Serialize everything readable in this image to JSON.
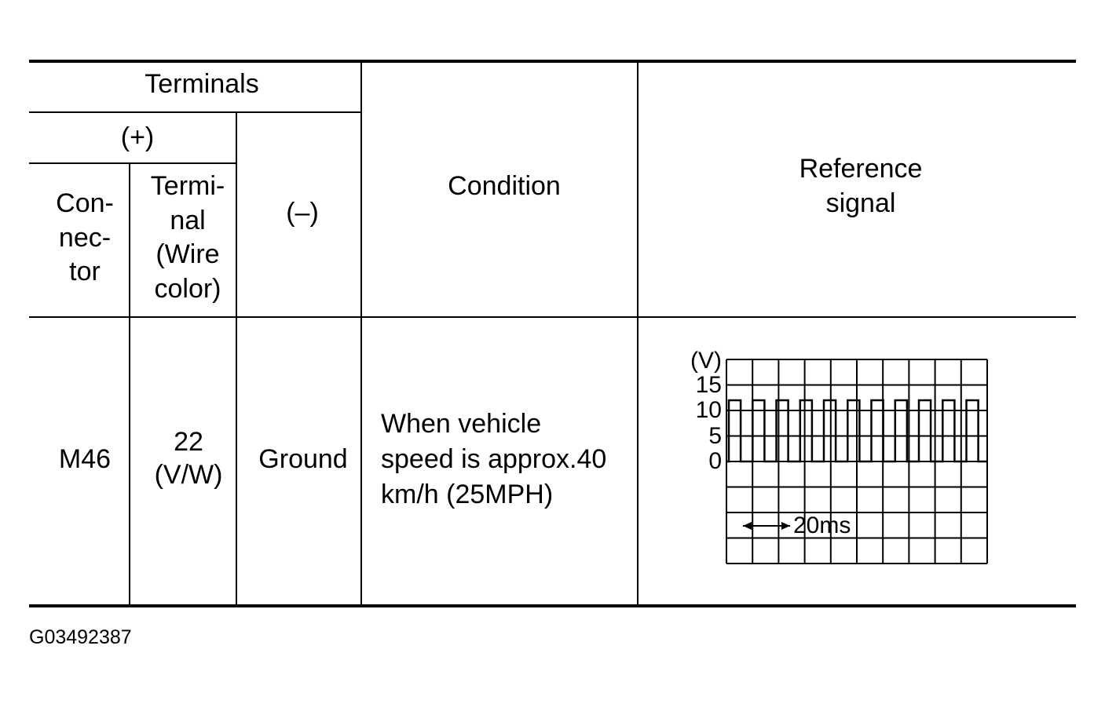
{
  "table": {
    "header": {
      "terminals": "Terminals",
      "plus": "(+)",
      "minus": "(–)",
      "connector": [
        "Con-",
        "nec-",
        "tor"
      ],
      "terminal": [
        "Termi-",
        "nal",
        "(Wire",
        "color)"
      ],
      "condition": "Condition",
      "reference_signal": [
        "Reference",
        "signal"
      ]
    },
    "row": {
      "connector": "M46",
      "terminal": [
        "22",
        "(V/W)"
      ],
      "minus": "Ground",
      "condition": [
        "When vehicle",
        "speed is approx.40",
        "km/h (25MPH)"
      ]
    }
  },
  "signal": {
    "y_unit": "(V)",
    "y_ticks": [
      "15",
      "10",
      "5",
      "0"
    ],
    "time_scale_label": "20ms",
    "high_volts": 12,
    "low_volts": 0,
    "period_ms": 11,
    "duty_cycle": 0.5
  },
  "figure_id": "G03492387"
}
